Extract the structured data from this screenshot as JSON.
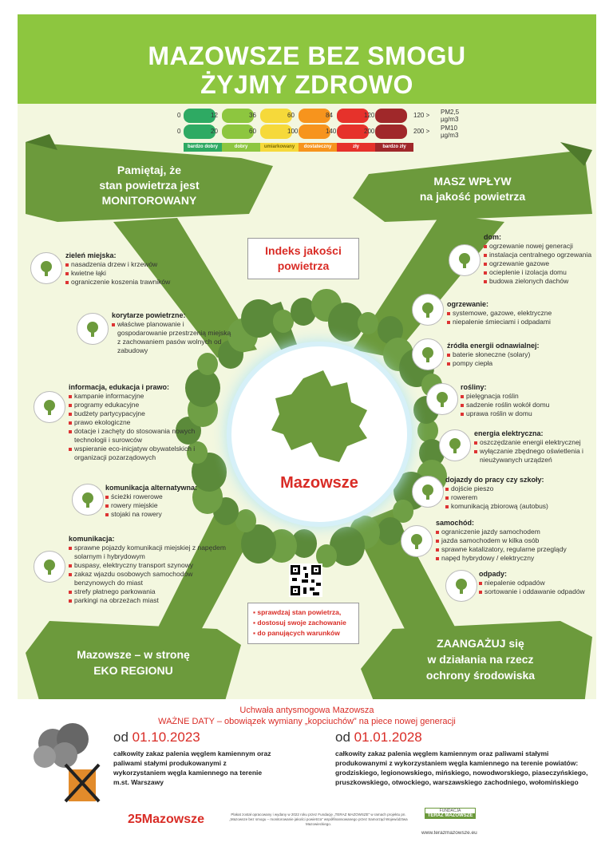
{
  "header": {
    "title_line1": "MAZOWSZE BEZ SMOGU",
    "title_line2": "ŻYJMY ZDROWO"
  },
  "air_quality": {
    "pm25_values": [
      "0",
      "12",
      "36",
      "60",
      "84",
      "120",
      "120 >"
    ],
    "pm25_unit_line1": "PM2,5",
    "pm25_unit_line2": "µg/m3",
    "pm10_values": [
      "0",
      "20",
      "60",
      "100",
      "140",
      "200",
      "200 >"
    ],
    "pm10_unit_line1": "PM10",
    "pm10_unit_line2": "µg/m3",
    "categories": [
      "bardzo dobry",
      "dobry",
      "umiarkowany",
      "dostateczny",
      "zły",
      "bardzo zły"
    ],
    "colors": [
      "#2eaa63",
      "#8dc63f",
      "#f6d93a",
      "#f7941d",
      "#e6322b",
      "#a0282a"
    ]
  },
  "banners": {
    "monitor_line1": "Pamiętaj, że",
    "monitor_line2": "stan powietrza jest",
    "monitor_line3": "MONITOROWANY",
    "influence_line1": "MASZ WPŁYW",
    "influence_line2": "na jakość powietrza",
    "eko_line1": "Mazowsze – w stronę",
    "eko_line2": "EKO REGIONU",
    "engage_line1": "ZAANGAŻUJ się",
    "engage_line2": "w działania na rzecz",
    "engage_line3": "ochrony środowiska"
  },
  "index_box": {
    "line1": "Indeks jakości",
    "line2": "powietrza"
  },
  "center": {
    "label": "Mazowsze"
  },
  "left_sections": [
    {
      "title": "zieleń miejska:",
      "items": [
        "nasadzenia drzew i krzewów",
        "kwietne łąki",
        "ograniczenie koszenia trawników"
      ]
    },
    {
      "title": "korytarze powietrzne:",
      "items": [
        "właściwe planowanie i gospodarowanie przestrzenią miejską z zachowaniem pasów wolnych od zabudowy"
      ]
    },
    {
      "title": "informacja, edukacja i prawo:",
      "items": [
        "kampanie informacyjne",
        "programy edukacyjne",
        "budżety partycypacyjne",
        "prawo ekologiczne",
        "dotacje i zachęty do stosowania nowych technologii i surowców",
        "wspieranie eco-inicjatyw obywatelskich i organizacji pozarządowych"
      ]
    },
    {
      "title": "komunikacja alternatywna:",
      "items": [
        "ścieżki rowerowe",
        "rowery miejskie",
        "stojaki na rowery"
      ]
    },
    {
      "title": "komunikacja:",
      "items": [
        "sprawne pojazdy komunikacji miejskiej z napędem solarnym i hybrydowym",
        "buspasy, elektryczny transport szynowy",
        "zakaz wjazdu osobowych samochodów benzynowych do miast",
        "strefy płatnego parkowania",
        "parkingi na obrzeżach miast"
      ]
    }
  ],
  "right_sections": [
    {
      "title": "dom:",
      "items": [
        "ogrzewanie nowej generacji",
        "instalacja centralnego ogrzewania",
        "ogrzewanie gazowe",
        "ocieplenie i izolacja domu",
        "budowa zielonych dachów"
      ]
    },
    {
      "title": "ogrzewanie:",
      "items": [
        "systemowe, gazowe, elektryczne",
        "niepalenie śmieciami i odpadami"
      ]
    },
    {
      "title": "źródła energii odnawialnej:",
      "items": [
        "baterie słoneczne (solary)",
        "pompy ciepła"
      ]
    },
    {
      "title": "rośliny:",
      "items": [
        "pielęgnacja roślin",
        "sadzenie roślin wokół domu",
        "uprawa roślin w domu"
      ]
    },
    {
      "title": "energia elektryczna:",
      "items": [
        "oszczędzanie energii elektrycznej",
        "wyłączanie zbędnego oświetlenia i nieużywanych urządzeń"
      ]
    },
    {
      "title": "dojazdy do pracy czy szkoły:",
      "items": [
        "dojście pieszo",
        "rowerem",
        "komunikacją zbiorową (autobus)"
      ]
    },
    {
      "title": "samochód:",
      "items": [
        "ograniczenie jazdy samochodem",
        "jazda samochodem w kilka osób",
        "sprawne katalizatory, regularne przeglądy",
        "napęd hybrydowy / elektryczny"
      ]
    },
    {
      "title": "odpady:",
      "items": [
        "niepalenie odpadów",
        "sortowanie i oddawanie odpadów"
      ]
    }
  ],
  "check_box": {
    "items": [
      "sprawdzaj stan powietrza,",
      "dostosuj swoje zachowanie",
      "do panujących warunków"
    ]
  },
  "bottom": {
    "headline1": "Uchwała antysmogowa Mazowsza",
    "headline2": "WAŻNE DATY – obowiązek wymiany „kopciuchów” na piece nowej generacji",
    "date1_prefix": "od ",
    "date1": "01.10.2023",
    "date1_text": "całkowity zakaz palenia węglem kamiennym oraz paliwami stałymi produkowanymi z wykorzystaniem węgla kamiennego na terenie m.st. Warszawy",
    "date2_prefix": "od ",
    "date2": "01.01.2028",
    "date2_text": "całkowity zakaz palenia węglem kamiennym oraz paliwami stałymi produkowanymi z wykorzystaniem węgla kamiennego na terenie powiatów: grodziskiego, legionowskiego, mińskiego, nowodworskiego, piaseczyńskiego, pruszkowskiego, otwockiego, warszawskiego zachodniego, wołomińskiego",
    "logo_text": "Mazowsze",
    "logo_number": "25",
    "footnote": "Plakat został opracowany i wydany w 2022 roku przez Fundację „TERAZ MAZOWSZE” w ramach projektu pn. „Mazowsze bez smogu – monitorowanie jakości powietrza” współfinansowanego przez Samorząd Województwa Mazowieckiego.",
    "fundacja_label": "FUNDACJA",
    "fundacja_name": "TERAZ MAZOWSZE",
    "website": "www.terazmazowsze.eu"
  }
}
